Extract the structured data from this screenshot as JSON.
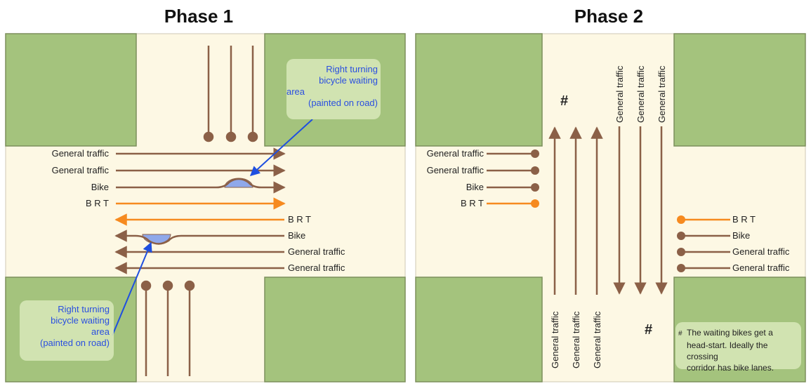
{
  "phase1": {
    "title": "Phase 1",
    "labels": {
      "gt_a": "General traffic",
      "gt_b": "General traffic",
      "bike_in": "Bike",
      "brt_in": "B R T",
      "brt_out": "B R T",
      "bike_out": "Bike",
      "gt_c": "General traffic",
      "gt_d": "General traffic"
    },
    "note_top": [
      "Right turning",
      "bicycle waiting",
      "area",
      "(painted on road)"
    ],
    "note_bottom": [
      "Right turning",
      "bicycle waiting",
      "area",
      "(painted on road)"
    ]
  },
  "phase2": {
    "title": "Phase 2",
    "labels": {
      "gt_a": "General traffic",
      "gt_b": "General traffic",
      "bike_in": "Bike",
      "brt_in": "B R T",
      "brt_out": "B R T",
      "bike_out": "Bike",
      "gt_c": "General traffic",
      "gt_d": "General traffic"
    },
    "vertical_labels": {
      "down1": "General traffic",
      "down2": "General traffic",
      "down3": "General traffic",
      "up1": "General traffic",
      "up2": "General traffic",
      "up3": "General traffic"
    },
    "hash_top": "#",
    "hash_bottom": "#",
    "footnote": {
      "mark": "#",
      "line1": "The waiting bikes get a",
      "line2": "head-start. Ideally the crossing",
      "line3": "corridor has bike lanes."
    }
  },
  "colors": {
    "road": "#fdf8e4",
    "block": "#a4c37d",
    "block_edge": "#7d8f5c",
    "arrow": "#8b6047",
    "brt": "#f68a1f",
    "bike_area": "#8fa8ea",
    "pointer": "#1e4fe0"
  }
}
